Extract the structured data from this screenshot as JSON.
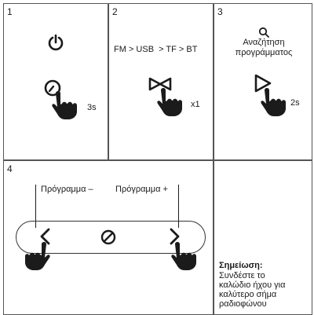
{
  "steps": [
    {
      "number": "1",
      "duration": "3s"
    },
    {
      "number": "2",
      "mode_sequence": "FM > USB  > TF > BT",
      "count": "x1"
    },
    {
      "number": "3",
      "search_label": "Αναζήτηση\nπρογράμματος",
      "duration": "2s"
    },
    {
      "number": "4",
      "program_minus": "Πρόγραμμα –",
      "program_plus": "Πρόγραμμα +"
    }
  ],
  "note": {
    "title": "Σημείωση:",
    "body": "Συνδέστε το καλώδιο ήχου για καλύτερο σήμα ραδιοφώνου"
  },
  "icons": [
    "power-icon",
    "tap-hand-icon",
    "mode-switch-icon",
    "search-icon",
    "play-icon",
    "chevron-left-icon",
    "chevron-right-icon",
    "stop-icon"
  ],
  "colors": {
    "ink": "#1b1b1b",
    "border": "#555555"
  }
}
